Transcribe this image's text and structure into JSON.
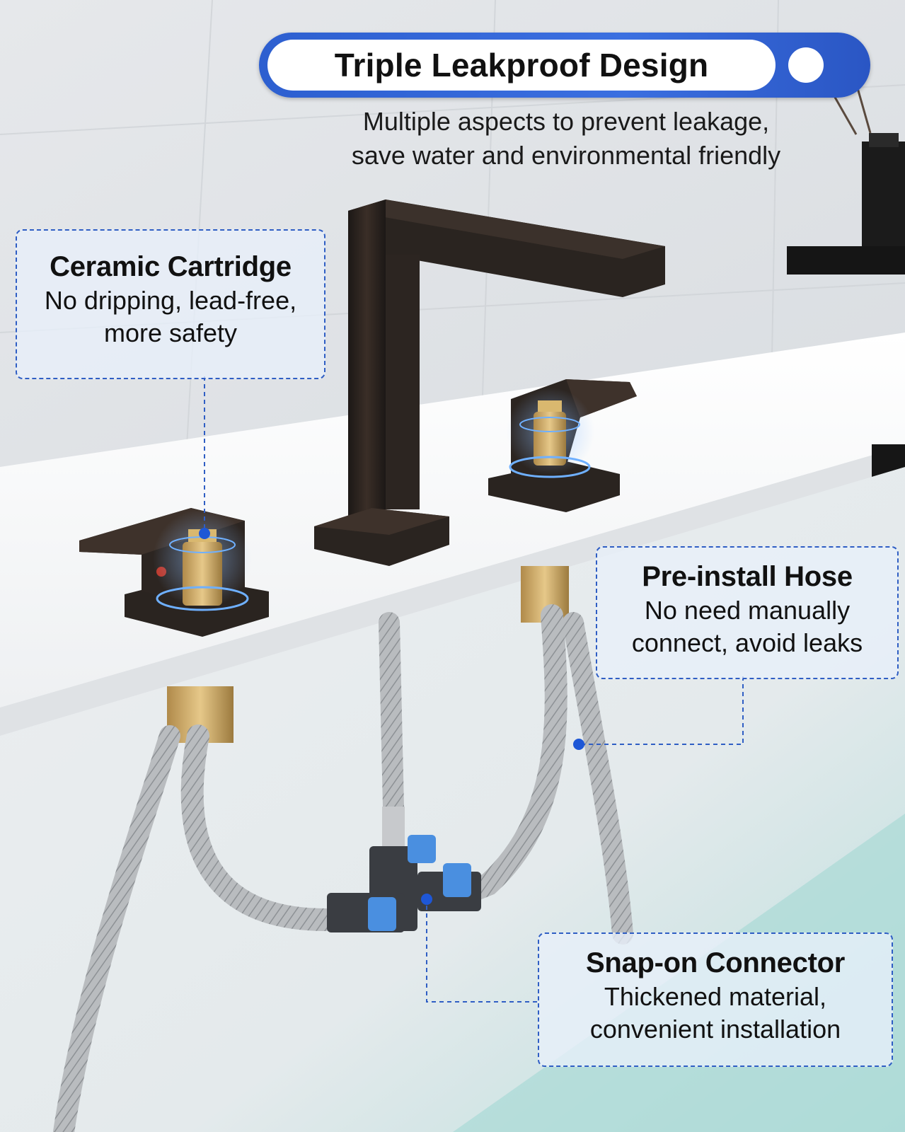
{
  "header": {
    "title": "Triple Leakproof Design",
    "subtitle_line1": "Multiple aspects to prevent leakage,",
    "subtitle_line2": "save water and environmental friendly",
    "accent_color": "#3563d8"
  },
  "callouts": {
    "ceramic": {
      "title": "Ceramic Cartridge",
      "line1": "No dripping, lead-free,",
      "line2": "more safety"
    },
    "hose": {
      "title": "Pre-install Hose",
      "line1": "No need manually",
      "line2": "connect, avoid leaks"
    },
    "snap": {
      "title": "Snap-on Connector",
      "line1": "Thickened material,",
      "line2": "convenient installation"
    }
  },
  "colors": {
    "faucet": "#2a2420",
    "connector_blue": "#4a8fe0",
    "line_blue": "#2f5ec4"
  }
}
